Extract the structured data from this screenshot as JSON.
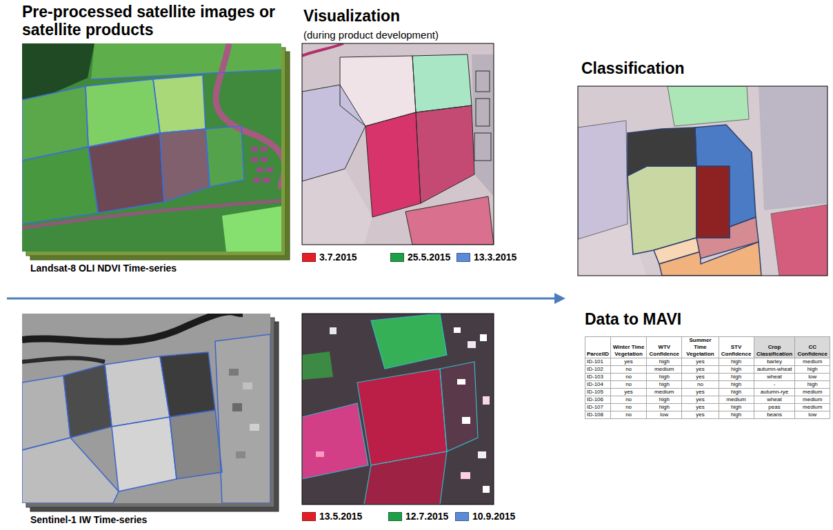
{
  "diagram": {
    "nodes": [
      {
        "text": [
          "Pre-processed satellite images or satellite products",
          "Landsat-8 OLI NDVI Time-series"
        ]
      },
      {
        "text": [
          "Visualization",
          "(during product development)"
        ]
      },
      {
        "text": [
          "Classification"
        ]
      },
      {
        "text": [
          "Sentinel-1 IW Time-series"
        ]
      }
    ],
    "labels": [
      "Data to MAVI",
      "ParcelID",
      "Winter Time Vegetation",
      "WTV Confidence",
      "Summer Time Vegetation",
      "STV Confidence",
      "Crop Classification",
      "CC Confidence",
      "ID-101",
      "yes",
      "high",
      "yes",
      "high",
      "barley",
      "medium",
      "ID-102",
      "no",
      "medium",
      "yes",
      "high",
      "autumn-wheat",
      "high",
      "ID-103",
      "no",
      "high",
      "yes",
      "high",
      "wheat",
      "low",
      "ID-104",
      "no",
      "high",
      "no",
      "high",
      "-",
      "high",
      "ID-105",
      "yes",
      "medium",
      "yes",
      "high",
      "autumn-rye",
      "medium",
      "ID-106",
      "no",
      "high",
      "yes",
      "medium",
      "wheat",
      "medium",
      "ID-107",
      "no",
      "high",
      "yes",
      "high",
      "peas",
      "medium",
      "ID-108",
      "no",
      "low",
      "yes",
      "high",
      "beans",
      "low"
    ],
    "legend": [
      {
        "text": "3.7.2015",
        "color": "#e31e24"
      },
      {
        "text": "25.5.2015",
        "color": "#1f9e48"
      },
      {
        "text": "13.3.2015",
        "color": "#5b8ad6"
      },
      {
        "text": "13.5.2015",
        "color": "#e31e24"
      },
      {
        "text": "12.7.2015",
        "color": "#1f9e48"
      },
      {
        "text": "10.9.2015",
        "color": "#5b8ad6"
      }
    ]
  }
}
